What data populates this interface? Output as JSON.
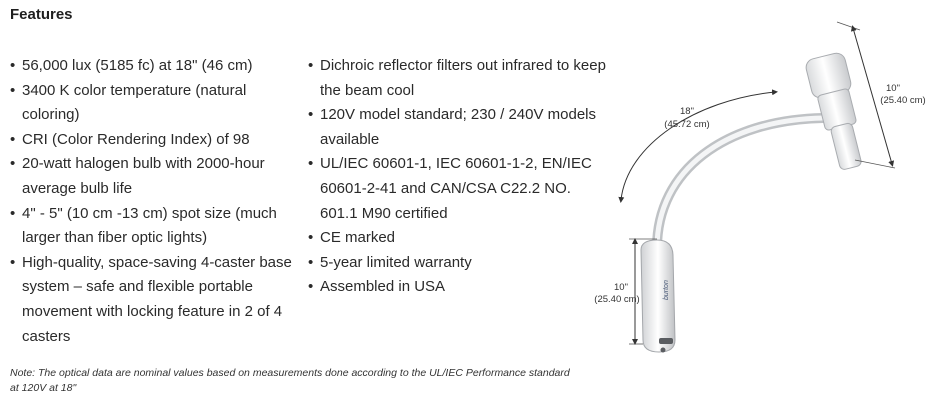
{
  "title": "Features",
  "col1": [
    "56,000 lux (5185 fc) at 18\" (46 cm)",
    "3400 K color temperature (natural coloring)",
    "CRI (Color Rendering Index) of 98",
    "20-watt halogen bulb with 2000-hour average bulb life",
    "4\" - 5\" (10 cm -13 cm) spot size (much larger than fiber optic lights)",
    "High-quality, space-saving 4-caster base system – safe and flexible portable movement with locking feature in 2 of 4 casters"
  ],
  "col2": [
    "Dichroic reflector filters out infrared to keep the beam cool",
    "120V model standard; 230 / 240V models available",
    "UL/IEC 60601-1, IEC 60601-1-2, EN/IEC 60601-2-41 and CAN/CSA C22.2 NO. 601.1 M90 certified",
    "CE marked",
    "5-year limited warranty",
    "Assembled in USA"
  ],
  "note": "Note:  The optical data are nominal values based on measurements done according to the UL/IEC Performance standard at 120V at 18\"",
  "dims": {
    "head_in": "10\"",
    "head_cm": "(25.40 cm)",
    "arm_in": "18\"",
    "arm_cm": "(45.72 cm)",
    "base_in": "10\"",
    "base_cm": "(25.40 cm)"
  },
  "brand_text": "burton"
}
